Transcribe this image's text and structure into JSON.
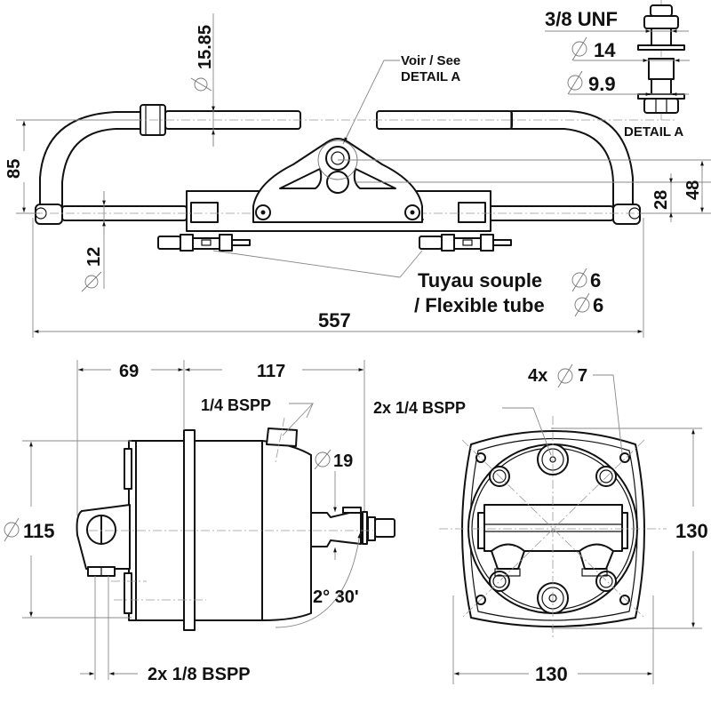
{
  "drawing": {
    "title": "Hydraulic steering cylinder and helm pump dimensional drawing",
    "units": "mm",
    "ink_color": "#111111",
    "dimension_line_color": "#888888",
    "background": "#ffffff"
  },
  "top_view": {
    "callout_detail": "Voir / See\nDETAIL A",
    "callout_line1": "Voir / See",
    "callout_line2": "DETAIL A",
    "dim_rod_diameter": "15.85",
    "dim_height_left": "85",
    "dim_tie_rod_diameter": "12",
    "dim_28": "28",
    "dim_48": "48",
    "dim_overall_length": "557",
    "hose_label_fr": "Tuyau souple",
    "hose_label_en": "/ Flexible tube",
    "hose_diameter": "6",
    "diameter_symbol": "⌀"
  },
  "detail_a": {
    "thread": "3/8 UNF",
    "dia_outer": "14",
    "dia_inner": "9.9",
    "title": "DETAIL A"
  },
  "side_view": {
    "dim_69": "69",
    "dim_117": "117",
    "port_top": "1/4 BSPP",
    "dim_shaft_diameter": "19",
    "dim_body_diameter": "115",
    "angle": "2° 30'",
    "ports_bottom": "2x 1/8 BSPP"
  },
  "front_view": {
    "holes": "4x",
    "hole_diameter": "7",
    "ports": "2x 1/4 BSPP",
    "dim_height": "130",
    "dim_width": "130"
  }
}
